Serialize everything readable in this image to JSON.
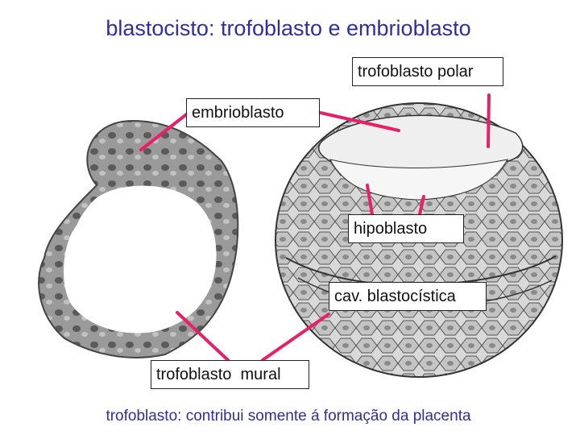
{
  "title": "blastocisto: trofoblasto e embrioblasto",
  "footer": "trofoblasto: contribui somente á formação da placenta",
  "labels": {
    "trofoblasto_polar": "trofoblasto polar",
    "embrioblasto": "embrioblasto",
    "hipoblasto": "hipoblasto",
    "cav_blastocistica": "cav. blastocística",
    "trofoblasto_mural": "trofoblasto  mural"
  },
  "colors": {
    "title_text": "#2e2e9e",
    "pointer_line": "#e8206a",
    "label_border": "#222222"
  }
}
